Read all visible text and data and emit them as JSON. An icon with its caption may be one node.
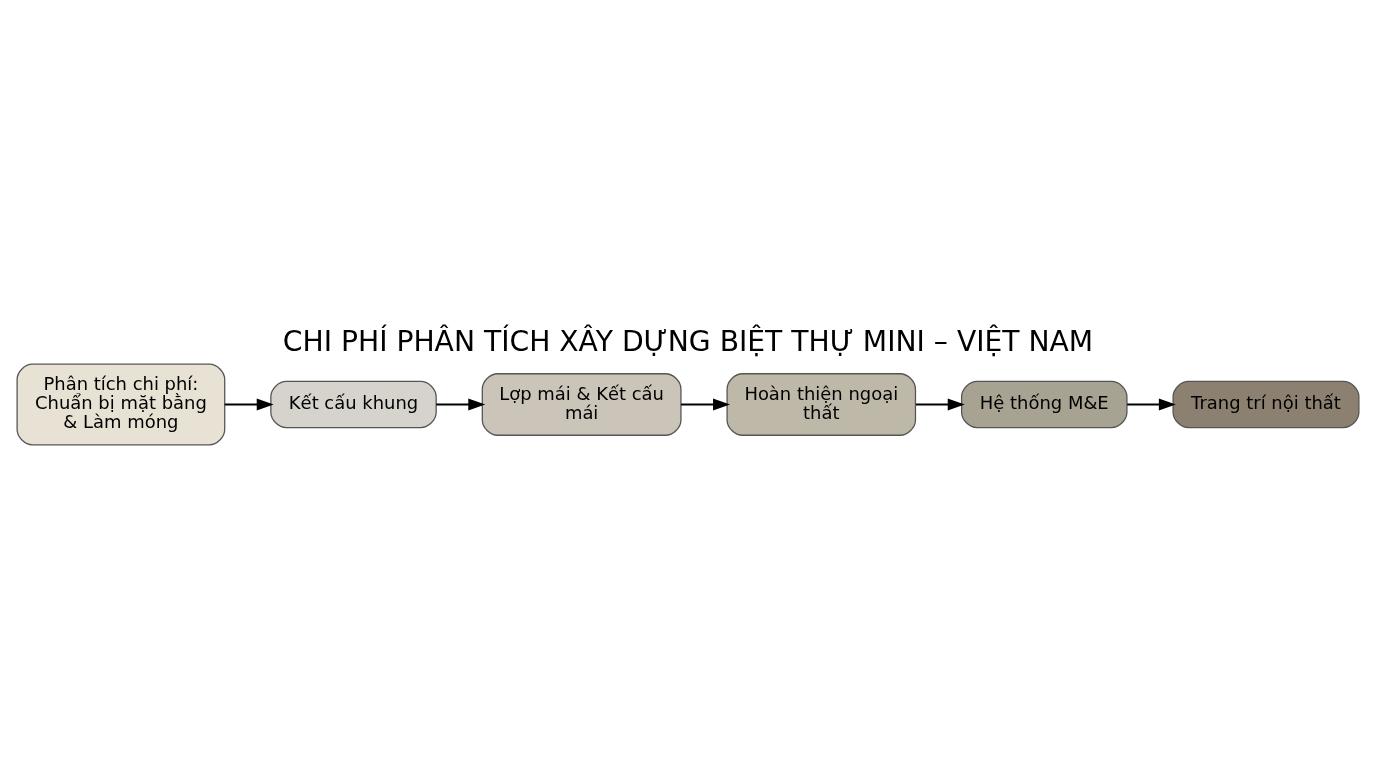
{
  "diagram": {
    "title": "CHI PHÍ PHÂN TÍCH XÂY DỰNG BIỆT THỰ MINI – VIỆT NAM",
    "nodes": [
      {
        "text": [
          "Phân tích chi phí: Chuẩn bị mặt bằng & Làm móng"
        ]
      },
      {
        "text": [
          "Kết cấu khung"
        ]
      },
      {
        "text": [
          "Lợp mái & Kết cấu mái"
        ]
      },
      {
        "text": [
          "Hoàn thiện ngoại thất"
        ]
      },
      {
        "text": [
          "Hệ thống M&E"
        ]
      },
      {
        "text": [
          "Trang trí nội thất"
        ]
      }
    ],
    "edges": [
      {
        "from": 0,
        "to": 1,
        "arrow": "to"
      },
      {
        "from": 1,
        "to": 2,
        "arrow": "to"
      },
      {
        "from": 2,
        "to": 3,
        "arrow": "to"
      },
      {
        "from": 3,
        "to": 4,
        "arrow": "to"
      },
      {
        "from": 4,
        "to": 5,
        "arrow": "to"
      }
    ]
  }
}
